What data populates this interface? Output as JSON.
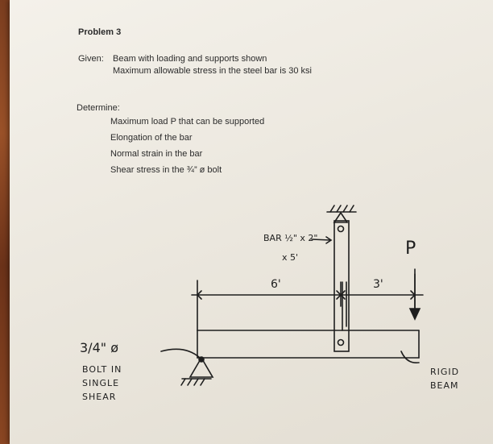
{
  "problem": {
    "title": "Problem 3",
    "given_label": "Given:",
    "given_line1": "Beam with loading and supports shown",
    "given_line2": "Maximum allowable stress in the steel bar is 30 ksi",
    "determine_label": "Determine:",
    "determine_items": [
      "Maximum load P that can be supported",
      "Elongation of the bar",
      "Normal strain in the bar",
      "Shear stress in the ¾” ø bolt"
    ]
  },
  "sketch": {
    "bar_label_line1": "BAR ½\" x 2\"",
    "bar_label_line2": "x 5'",
    "load_label": "P",
    "dim_left": "6'",
    "dim_right": "3'",
    "bolt_size": "3/4\" ø",
    "bolt_line1": "BOLT IN",
    "bolt_line2": "SINGLE",
    "bolt_line3": "SHEAR",
    "beam_line1": "RIGID",
    "beam_line2": "BEAM"
  }
}
